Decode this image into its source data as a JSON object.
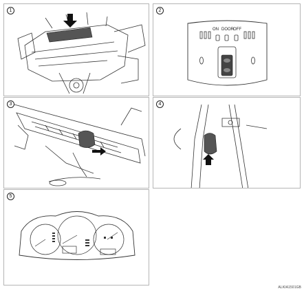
{
  "figure": {
    "reference_code": "ALKIA1501GB",
    "panels": [
      {
        "number": "1",
        "icon": "dashboard-removal-arrow-icon"
      },
      {
        "number": "2",
        "icon": "map-lamp-switch-icon",
        "switch_labels": [
          "ON",
          "DOOR",
          "OFF"
        ]
      },
      {
        "number": "3",
        "icon": "rear-hatch-sensor-icon"
      },
      {
        "number": "4",
        "icon": "door-switch-arrow-icon"
      },
      {
        "number": "5",
        "icon": "instrument-cluster-icon"
      }
    ]
  }
}
